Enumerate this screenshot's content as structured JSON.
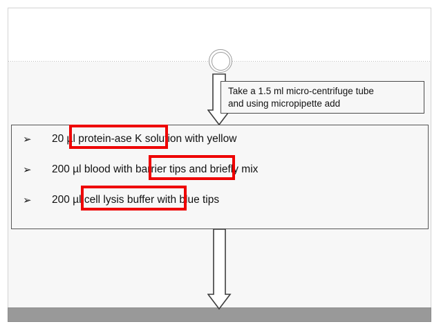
{
  "slide": {
    "background_color": "#ffffff",
    "panel_background_color": "#f7f7f7",
    "footer_bar_color": "#999999",
    "highlight_color": "#ee0000"
  },
  "flow": {
    "start_node": {
      "shape": "circle",
      "name": "start-connector"
    },
    "arrow_top": {
      "direction": "down",
      "name": "down-arrow-top"
    },
    "arrow_bottom": {
      "direction": "down",
      "name": "down-arrow-bottom"
    }
  },
  "callout": {
    "line1": "Take a 1.5 ml micro-centrifuge tube",
    "line2": "and using micropipette add"
  },
  "content": {
    "bullet_glyph": "➢",
    "items": [
      {
        "text": "20 µl protein-ase K solution with yellow",
        "highlight": "protein-ase K s"
      },
      {
        "text": "200 µl blood with barrier tips and briefly mix",
        "highlight": "barrier tips an"
      },
      {
        "text": "200 µl cell lysis buffer  with blue tips",
        "highlight": "cell lysis buffer "
      }
    ]
  }
}
